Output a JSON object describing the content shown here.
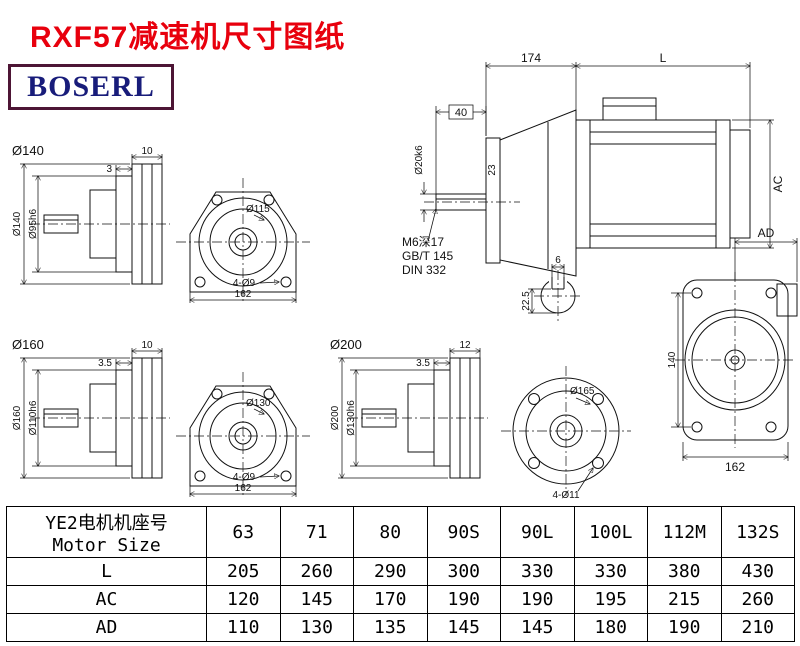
{
  "title": "RXF57减速机尺寸图纸",
  "logo": "BOSERL",
  "flange140": {
    "label": "Ø140",
    "thickness": "10",
    "step": "3",
    "outer": "Ø140",
    "spigot": "Ø95h6",
    "bolt_circle": "Ø115",
    "holes": "4-Ø9",
    "width": "162"
  },
  "flange160": {
    "label": "Ø160",
    "thickness": "10",
    "step": "3.5",
    "outer": "Ø160",
    "spigot": "Ø110h6",
    "bolt_circle": "Ø130",
    "holes": "4-Ø9",
    "width": "162"
  },
  "flange200": {
    "label": "Ø200",
    "thickness": "12",
    "step": "3.5",
    "outer": "Ø200",
    "spigot": "Ø130h6",
    "bolt_circle": "Ø165",
    "holes": "4-Ø11"
  },
  "main_view": {
    "dim_flange_to_motor": "174",
    "dim_motor_length": "L",
    "dim_shaft_length": "40",
    "shaft_dia": "Ø20k6",
    "dim_hub": "23",
    "dim_motor_height": "AC",
    "note_tap": "M6深17",
    "note_std1": "GB/T 145",
    "note_std2": "DIN 332",
    "key_width": "6",
    "key_depth": "22.5"
  },
  "end_view": {
    "dim_ad": "AD",
    "dim_height": "140",
    "dim_width": "162"
  },
  "table": {
    "header_cn": "YE2电机机座号",
    "header_en": "Motor Size",
    "sizes": [
      "63",
      "71",
      "80",
      "90S",
      "90L",
      "100L",
      "112M",
      "132S"
    ],
    "rows": [
      {
        "label": "L",
        "values": [
          "205",
          "260",
          "290",
          "300",
          "330",
          "330",
          "380",
          "430"
        ]
      },
      {
        "label": "AC",
        "values": [
          "120",
          "145",
          "170",
          "190",
          "190",
          "195",
          "215",
          "260"
        ]
      },
      {
        "label": "AD",
        "values": [
          "110",
          "130",
          "135",
          "145",
          "145",
          "180",
          "190",
          "210"
        ]
      }
    ]
  }
}
